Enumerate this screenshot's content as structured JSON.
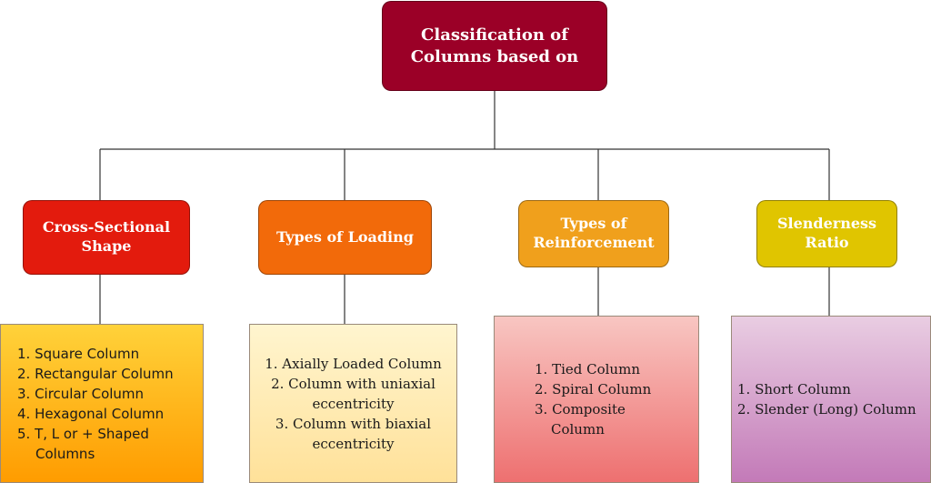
{
  "root": {
    "label": "Classification of\nColumns based on",
    "color": "#9b0027"
  },
  "categories": [
    {
      "label": "Cross-Sectional\nShape",
      "color": "#e31b0d",
      "items": [
        "1. Square Column",
        "2. Rectangular Column",
        "3. Circular Column",
        "4. Hexagonal Column",
        "5. T, L or + Shaped\nColumns"
      ]
    },
    {
      "label": "Types of Loading",
      "color": "#f26a0a",
      "items": [
        "1. Axially Loaded Column",
        "2. Column with uniaxial\neccentricity",
        "3. Column with biaxial\neccentricity"
      ]
    },
    {
      "label": "Types of\nReinforcement",
      "color": "#f0a01c",
      "items": [
        "1. Tied Column",
        "2. Spiral Column",
        "3. Composite\nColumn"
      ]
    },
    {
      "label": "Slenderness\nRatio",
      "color": "#e0c500",
      "items": [
        "1. Short Column",
        "2. Slender (Long) Column"
      ]
    }
  ]
}
